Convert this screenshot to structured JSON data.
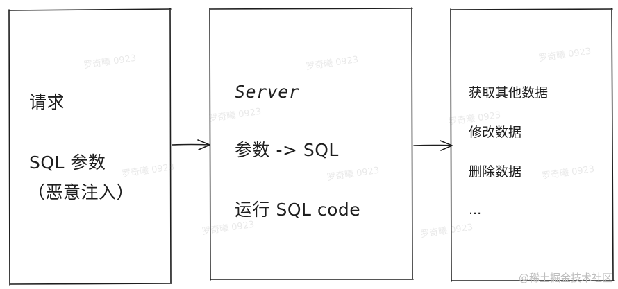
{
  "boxes": {
    "client": {
      "line1": "请求",
      "line2": "SQL 参数",
      "line3": "（恶意注入）"
    },
    "server": {
      "line1": "Server",
      "line2": "参数 -> SQL",
      "line3": "运行 SQL code"
    },
    "db": {
      "line1": "获取其他数据",
      "line2": "修改数据",
      "line3": "删除数据",
      "line4": "..."
    }
  },
  "watermark": {
    "text": "罗奇曦 0923"
  },
  "footer": {
    "text": "@稀土掘金技术社区"
  },
  "colors": {
    "stroke": "#1e1e1e",
    "text": "#1e1e1e",
    "background": "#ffffff"
  }
}
